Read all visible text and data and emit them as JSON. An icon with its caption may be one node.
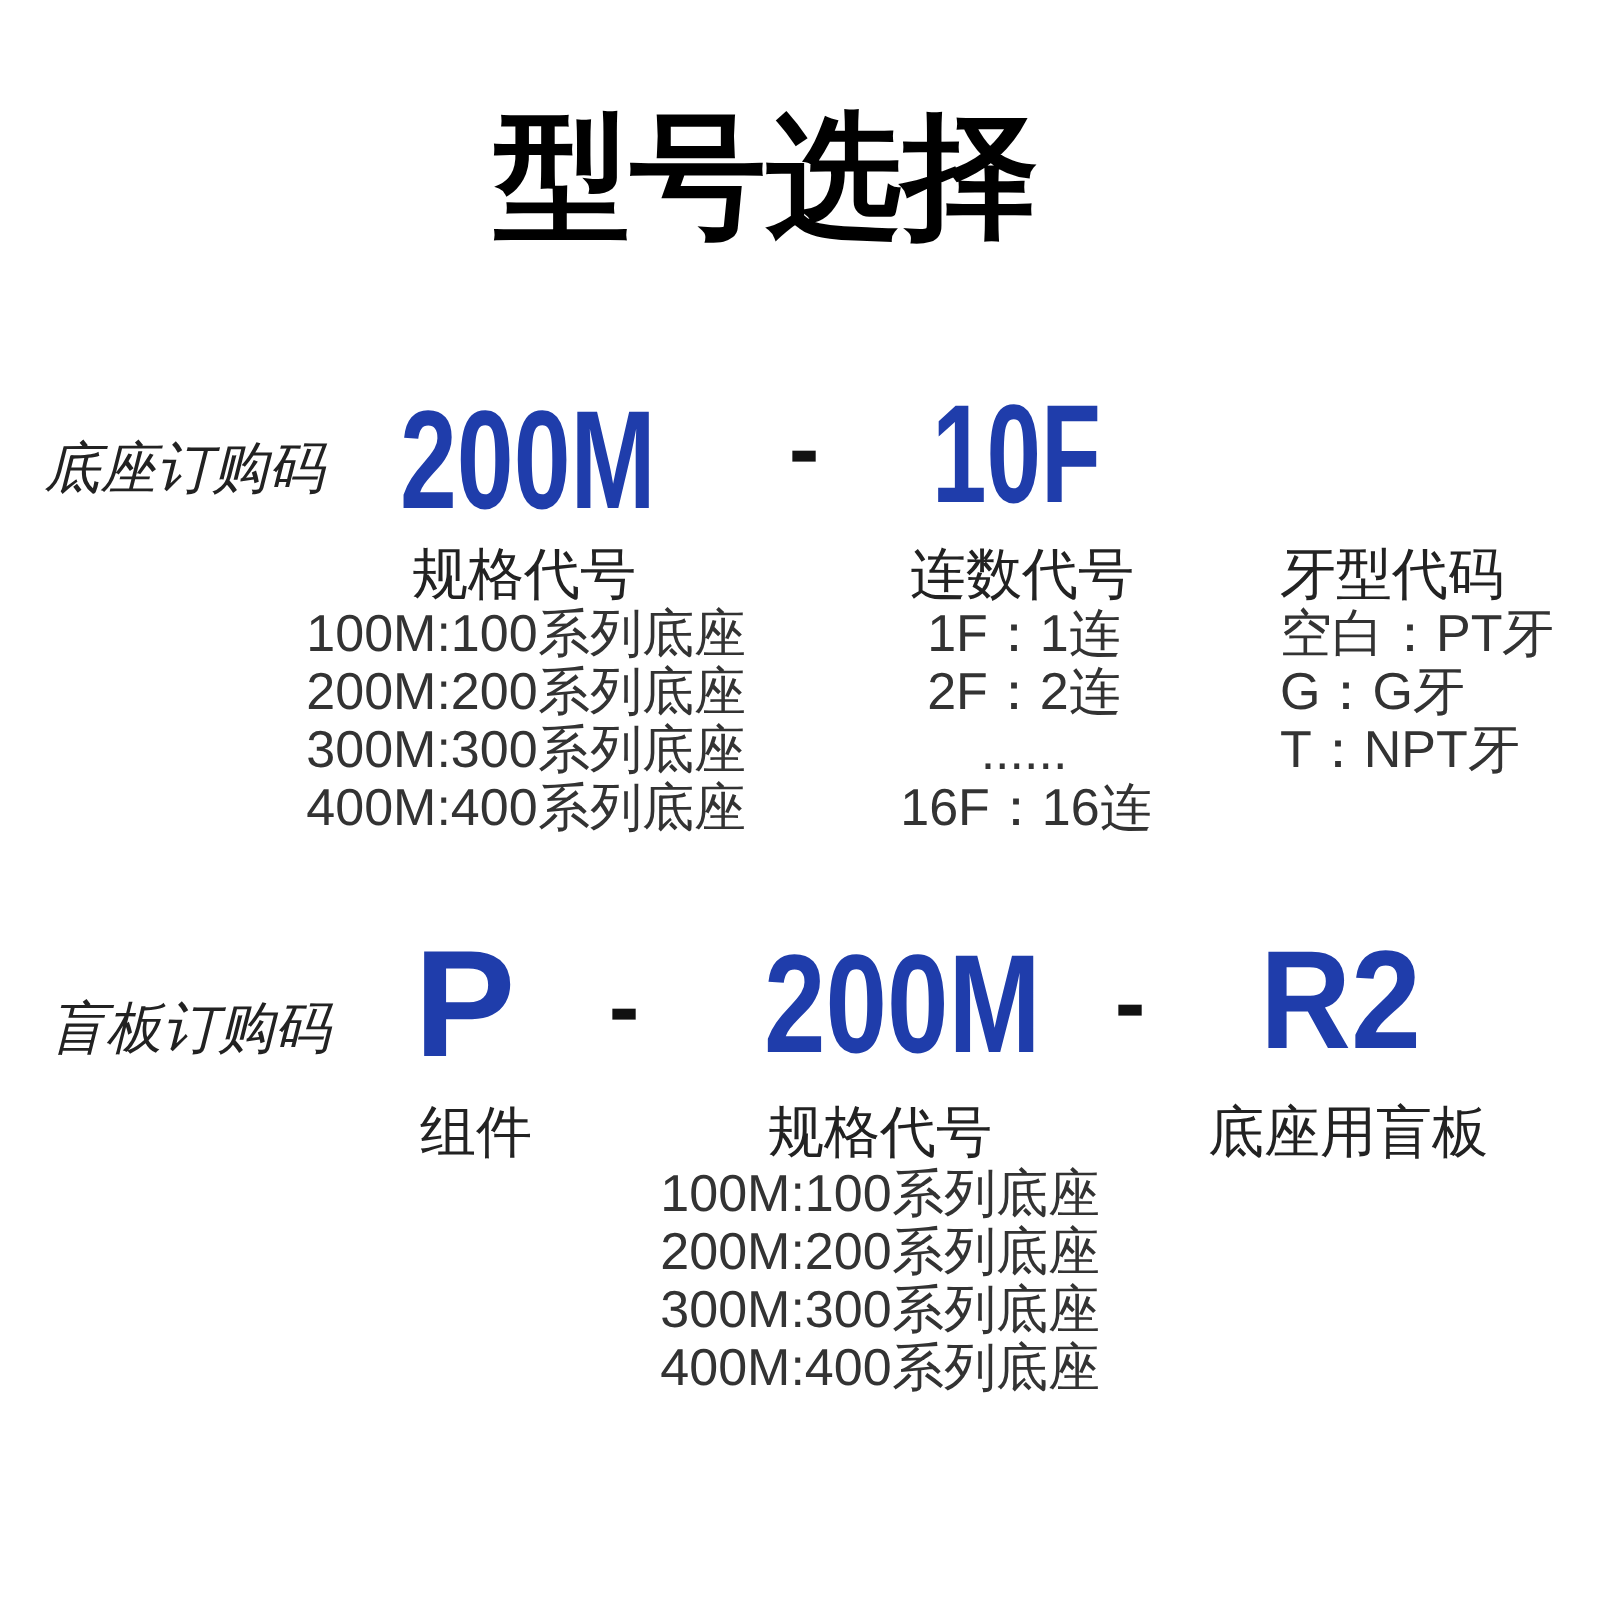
{
  "diagram": {
    "title": "型号选择",
    "labels": [
      "底座订购码",
      "200M",
      "-",
      "10F",
      "规格代号",
      "连数代号",
      "牙型代码",
      "100M:100系列底座",
      "1F：1连",
      "空白：PT牙",
      "200M:200系列底座",
      "2F：2连",
      "G：G牙",
      "300M:300系列底座",
      "......",
      "T：NPT牙",
      "400M:400系列底座",
      "16F：16连",
      "盲板订购码",
      "P",
      "-",
      "200M",
      "-",
      "R2",
      "组件",
      "规格代号",
      "底座用盲板",
      "100M:100系列底座",
      "200M:200系列底座",
      "300M:300系列底座",
      "400M:400系列底座"
    ]
  }
}
